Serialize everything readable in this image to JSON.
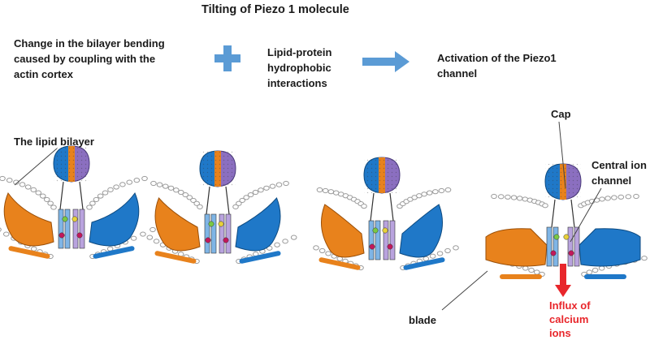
{
  "title": "Tilting of Piezo 1 molecule",
  "steps": [
    {
      "lines": [
        "Change in the bilayer bending",
        "caused by coupling with the",
        "actin cortex"
      ]
    },
    {
      "lines": [
        "Lipid-protein",
        "hydrophobic",
        "interactions"
      ]
    },
    {
      "lines": [
        "Activation of the Piezo1",
        "channel"
      ]
    }
  ],
  "operators": {
    "plus": "plus-icon",
    "arrow": "right-arrow-icon"
  },
  "labels": {
    "bilayer": "The lipid bilayer",
    "cap": "Cap",
    "central": [
      "Central ion",
      "channel"
    ],
    "blade": "blade",
    "influx": [
      "Influx of",
      "calcium",
      "ions"
    ]
  },
  "colors": {
    "operator": "#5b9bd5",
    "orange_blade": "#e8821c",
    "blue_blade": "#1f78c8",
    "cap_purple": "#8b6fc0",
    "influx_red": "#e8262b",
    "lipid": "#9a9a9a"
  }
}
